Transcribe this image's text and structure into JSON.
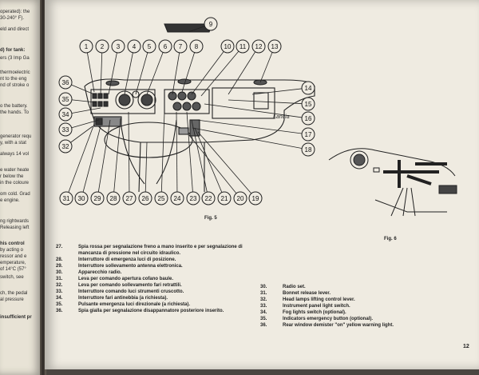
{
  "left_page": {
    "fragments": [
      {
        "text": "operated): the",
        "bold": false
      },
      {
        "text": "30-240° F).",
        "bold": false
      },
      {
        "text": "eld and direct",
        "bold": false
      },
      {
        "text": "d) for tank:",
        "bold": true
      },
      {
        "text": "ers (3 Imp Ga",
        "bold": false
      },
      {
        "text": "thermoelectric",
        "bold": false
      },
      {
        "text": "nt to the eng",
        "bold": false
      },
      {
        "text": "nd of stroke o",
        "bold": false
      },
      {
        "text": "o the battery.",
        "bold": false
      },
      {
        "text": "the hands. To",
        "bold": false
      },
      {
        "text": "generator requ",
        "bold": false
      },
      {
        "text": "y, with a stat",
        "bold": false
      },
      {
        "text": "always 14 vol",
        "bold": false
      },
      {
        "text": "e water heate",
        "bold": false
      },
      {
        "text": "r below the",
        "bold": false
      },
      {
        "text": "in the coloure",
        "bold": false
      },
      {
        "text": "om cold. Grad",
        "bold": false
      },
      {
        "text": "e engine.",
        "bold": false
      },
      {
        "text": "ng rightwards",
        "bold": false
      },
      {
        "text": "Releasing left",
        "bold": false
      },
      {
        "text": "his control",
        "bold": true
      },
      {
        "text": "by acting o",
        "bold": false
      },
      {
        "text": "ressor and e",
        "bold": false
      },
      {
        "text": "emperature,",
        "bold": false
      },
      {
        "text": "of 14°C (57°",
        "bold": false
      },
      {
        "text": "switch, see",
        "bold": false
      },
      {
        "text": "ch, the pedal",
        "bold": false
      },
      {
        "text": "al pressure",
        "bold": false
      },
      {
        "text": "insufficient pr",
        "bold": true
      }
    ]
  },
  "figure5": {
    "caption": "Fig. 5",
    "top_callouts": [
      "1",
      "2",
      "3",
      "4",
      "5",
      "6",
      "7",
      "8",
      "9",
      "10",
      "11",
      "12",
      "13"
    ],
    "left_callouts": [
      "36",
      "35",
      "34",
      "33",
      "32"
    ],
    "right_callouts": [
      "14",
      "15",
      "16",
      "17",
      "18"
    ],
    "bottom_callouts": [
      "31",
      "30",
      "29",
      "28",
      "27",
      "26",
      "25",
      "24",
      "23",
      "22",
      "21",
      "20",
      "19"
    ],
    "dash_script": "Lancia"
  },
  "figure6": {
    "caption": "Fig. 6"
  },
  "legend_left": [
    {
      "num": "27.",
      "text": "Spia rossa per segnalazione freno a mano inserito e per segnalazione di mancanza di pressione nel circuito idraulico."
    },
    {
      "num": "28.",
      "text": "Interruttore di emergenza luci di posizione."
    },
    {
      "num": "29.",
      "text": "Interruttore sollevamento antenna elettronica."
    },
    {
      "num": "30.",
      "text": "Apparecchio radio."
    },
    {
      "num": "31.",
      "text": "Leva per comando apertura cofano baule."
    },
    {
      "num": "32.",
      "text": "Leva per comando sollevamento fari retrattili."
    },
    {
      "num": "33.",
      "text": "Interruttore comando luci strumenti cruscotto."
    },
    {
      "num": "34.",
      "text": "Interruttore fari antinebbia (a richiesta)."
    },
    {
      "num": "35.",
      "text": "Pulsante emergenza luci direzionale (a richiesta)."
    },
    {
      "num": "36.",
      "text": "Spia gialla per segnalazione disappannatore posteriore inserito."
    }
  ],
  "legend_right": [
    {
      "num": "30.",
      "text": "Radio set."
    },
    {
      "num": "31.",
      "text": "Bonnet release lever."
    },
    {
      "num": "32.",
      "text": "Head lamps lifting control lever."
    },
    {
      "num": "33.",
      "text": "Instrument panel light switch."
    },
    {
      "num": "34.",
      "text": "Fog lights switch (optional)."
    },
    {
      "num": "35.",
      "text": "Indicators emergency button (optional)."
    },
    {
      "num": "36.",
      "text": "Rear window demister \"on\" yellow warning light."
    }
  ],
  "page_number": "12"
}
